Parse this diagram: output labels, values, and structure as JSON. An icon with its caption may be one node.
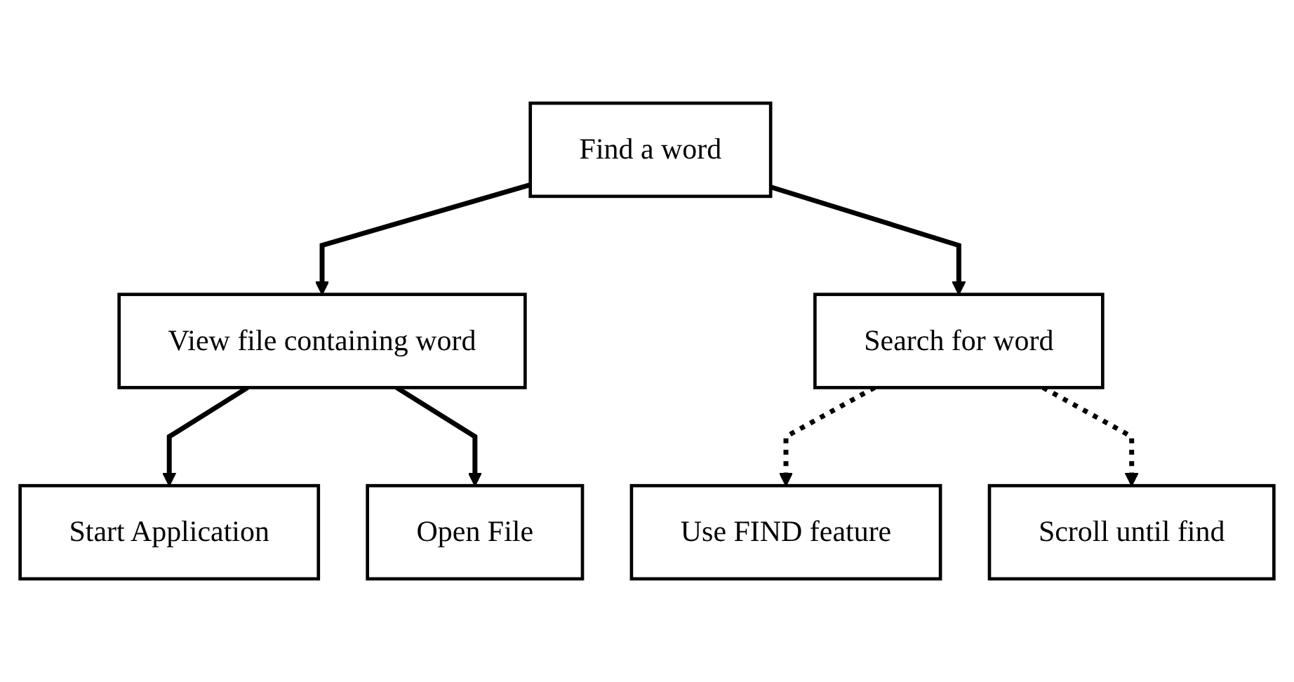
{
  "diagram": {
    "nodes": [
      {
        "text": [
          "Find a word"
        ]
      },
      {
        "text": [
          "View file containing word"
        ]
      },
      {
        "text": [
          "Search for word"
        ]
      },
      {
        "text": [
          "Start Application"
        ]
      },
      {
        "text": [
          "Open File"
        ]
      },
      {
        "text": [
          "Use FIND feature"
        ]
      },
      {
        "text": [
          "Scroll until find"
        ]
      }
    ],
    "edges": [
      {
        "from": 0,
        "to": 1,
        "arrow": "to"
      },
      {
        "from": 0,
        "to": 2,
        "arrow": "to"
      },
      {
        "from": 1,
        "to": 3,
        "arrow": "to"
      },
      {
        "from": 1,
        "to": 4,
        "arrow": "to"
      },
      {
        "from": 2,
        "to": 5,
        "arrow": "to",
        "style": "dashed"
      },
      {
        "from": 2,
        "to": 6,
        "arrow": "to",
        "style": "dashed"
      }
    ]
  }
}
